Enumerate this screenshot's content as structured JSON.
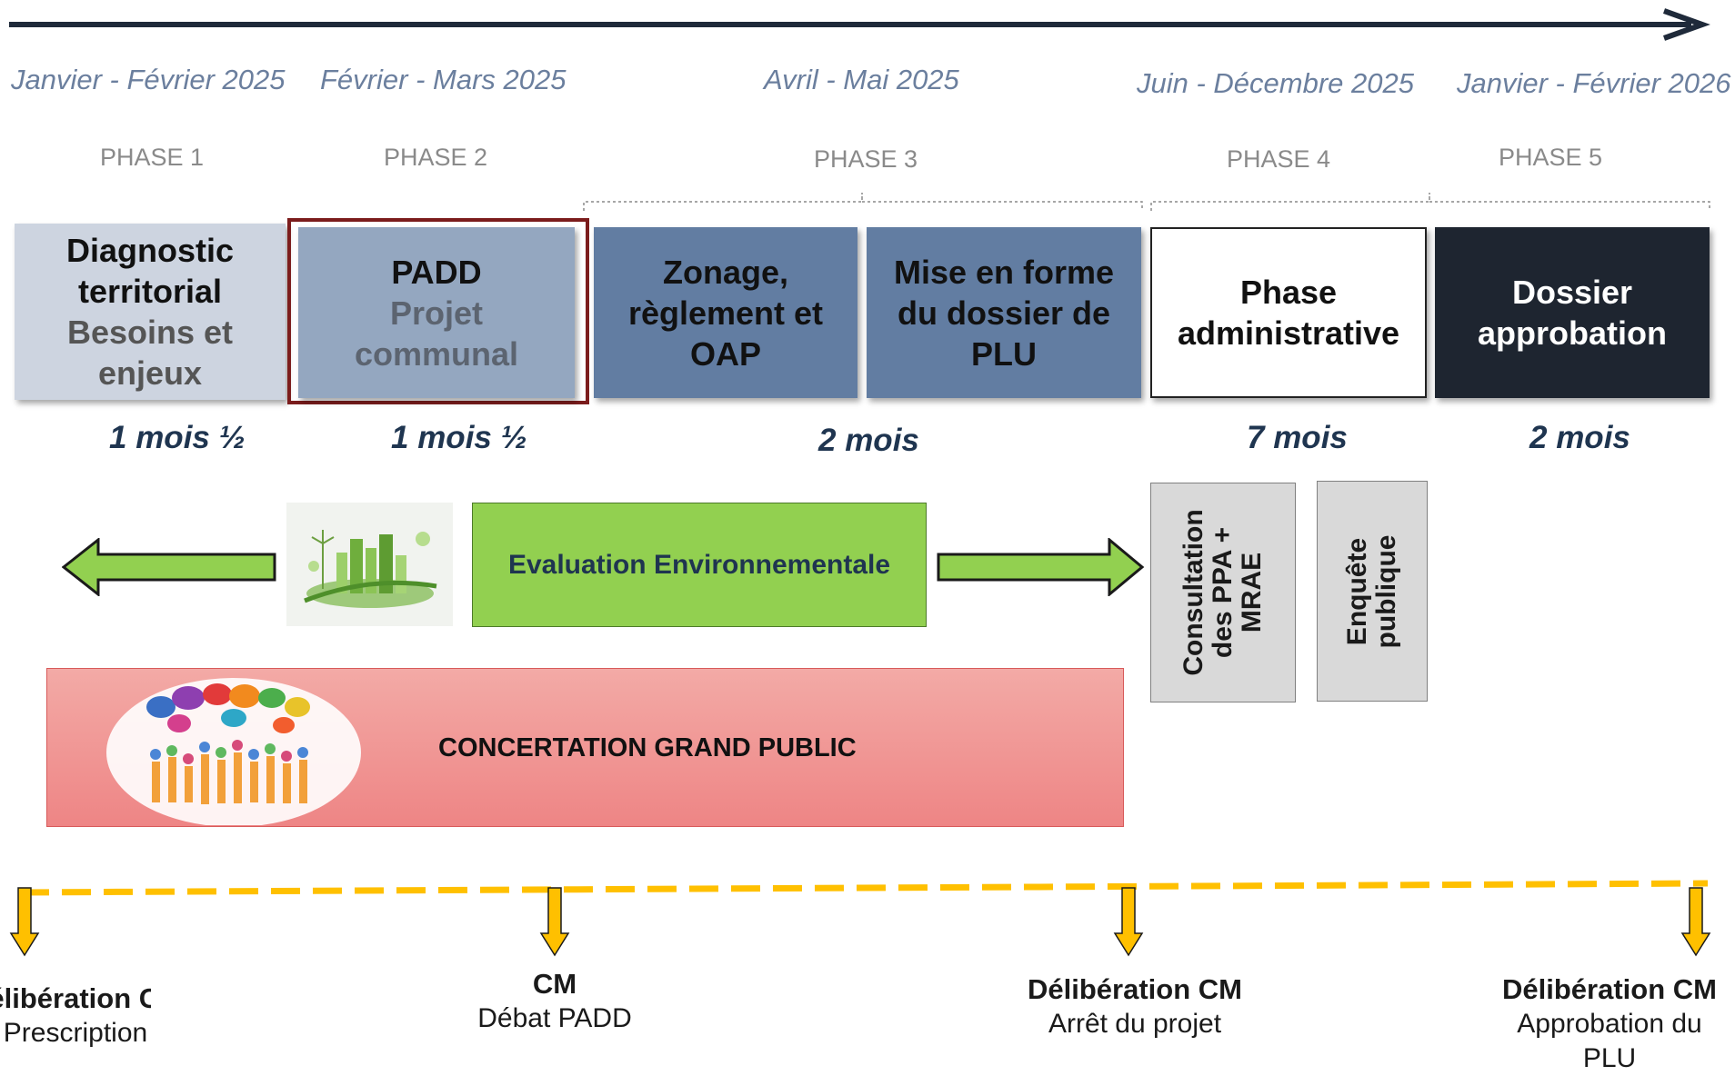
{
  "timeline": {
    "dates": [
      "Janvier - Février 2025",
      "Février - Mars 2025",
      "Avril - Mai 2025",
      "Juin -  Décembre 2025",
      "Janvier - Février 2026"
    ],
    "phases": [
      "PHASE 1",
      "PHASE 2",
      "PHASE 3",
      "PHASE 4",
      "PHASE 5"
    ]
  },
  "steps": [
    {
      "line1": "Diagnostic territorial",
      "line2": "Besoins et enjeux"
    },
    {
      "line1": "PADD",
      "line2": "Projet communal"
    },
    {
      "line1": "Zonage, règlement et OAP"
    },
    {
      "line1": "Mise en forme du dossier de PLU"
    },
    {
      "line1": "Phase administrative"
    },
    {
      "line1": "Dossier approbation"
    }
  ],
  "durations": [
    "1 mois ½",
    "1 mois ½",
    "2 mois",
    "7 mois",
    "2 mois"
  ],
  "evaluation": {
    "label": "Evaluation Environnementale"
  },
  "admin_boxes": [
    "Consultation des PPA + MRAE",
    "Enquête publique"
  ],
  "concertation": {
    "label": "CONCERTATION GRAND PUBLIC"
  },
  "milestones": [
    {
      "title": "Délibération CM",
      "subtitle": "Prescription"
    },
    {
      "title": "CM",
      "subtitle": "Débat PADD"
    },
    {
      "title": "Délibération CM",
      "subtitle": "Arrêt du projet"
    },
    {
      "title": "Délibération CM",
      "subtitle": "Approbation du PLU"
    }
  ],
  "colors": {
    "step1": "#cdd4e0",
    "step2": "#94a7c0",
    "step3": "#627da2",
    "step5": "#1e2530",
    "evaluation": "#92d050",
    "concertation": "#f08a8a",
    "milestone": "#ffc000",
    "padd_border": "#7b1c1c"
  },
  "icons": [
    "timeline-arrow-icon",
    "left-arrow-icon",
    "right-arrow-icon",
    "eco-city-icon",
    "crowd-speech-icon",
    "down-arrow-icon"
  ]
}
